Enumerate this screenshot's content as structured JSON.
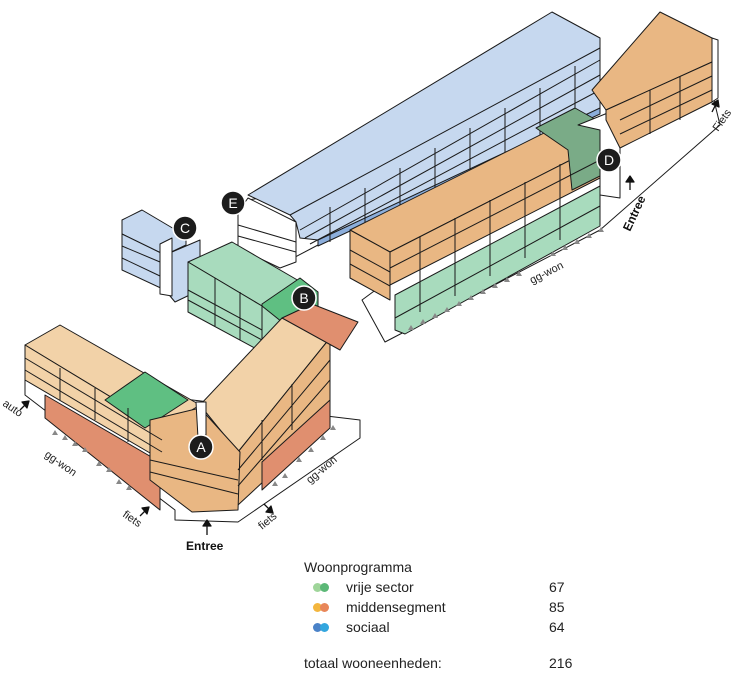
{
  "labels": {
    "auto": "auto",
    "fiets_left": "fiets",
    "fiets_right": "fiets",
    "fiets_top": "Fiets",
    "entree_bottom": "Entree",
    "entree_right": "Entree",
    "ggwon_left": "gg-won",
    "ggwon_mid": "gg-won",
    "ggwon_right": "gg-won"
  },
  "badges": {
    "a": "A",
    "b": "B",
    "c": "C",
    "d": "D",
    "e": "E"
  },
  "legend": {
    "title": "Woonprogramma",
    "rows": [
      {
        "label": "vrije sector",
        "value": "67",
        "color1": "#9fd59a",
        "color2": "#5cb877"
      },
      {
        "label": "middensegment",
        "value": "85",
        "color1": "#f3b63e",
        "color2": "#e8865a"
      },
      {
        "label": "sociaal",
        "value": "64",
        "color1": "#4a82c8",
        "color2": "#33a6de"
      }
    ],
    "total_label": "totaal wooneenheden:",
    "total_value": "216"
  },
  "colors": {
    "peach": "#f2d2a8",
    "orange": "#e9b783",
    "terracotta": "#e08f6f",
    "light_blue": "#c6d8ef",
    "mid_blue": "#8caedb",
    "mint": "#a8dbbd",
    "green": "#5fbf82",
    "dark_green": "#7aab87"
  }
}
